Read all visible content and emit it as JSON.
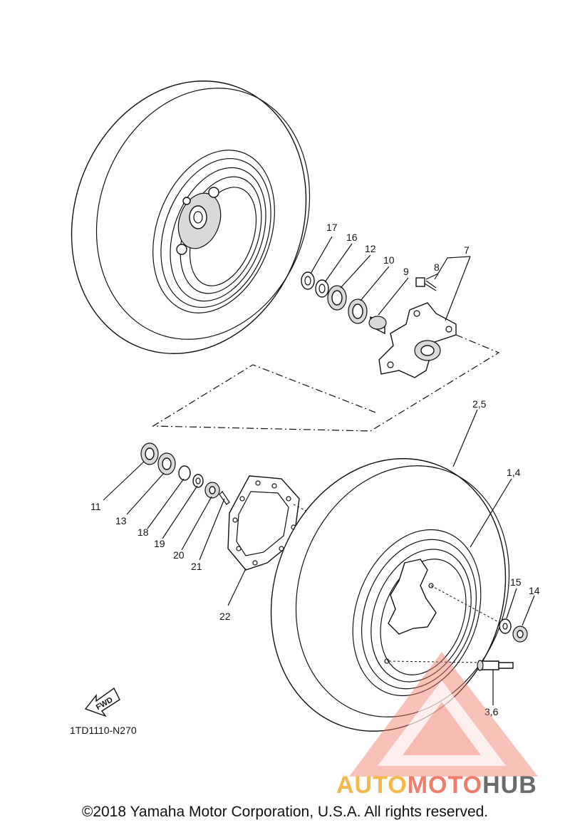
{
  "diagram": {
    "part_labels": {
      "p17": "17",
      "p16": "16",
      "p12": "12",
      "p10": "10",
      "p9": "9",
      "p8": "8",
      "p7": "7",
      "p25": "2,5",
      "p14b": "1,4",
      "p11": "11",
      "p13": "13",
      "p18": "18",
      "p19": "19",
      "p20": "20",
      "p21": "21",
      "p22": "22",
      "p15": "15",
      "p14": "14",
      "p36": "3,6"
    },
    "fwd_label": "FWD",
    "drawing_code": "1TD1110-N270"
  },
  "watermark": {
    "part1": "AUTO",
    "part2": "MOTO",
    "part3": "HUB",
    "colors": {
      "auto": "#f6b84a",
      "moto": "#f07c6a",
      "hub": "#6b6b6b",
      "triangle": "#f07c6a"
    }
  },
  "footer": {
    "copyright": "©2018 Yamaha Motor Corporation, U.S.A. All rights reserved."
  }
}
